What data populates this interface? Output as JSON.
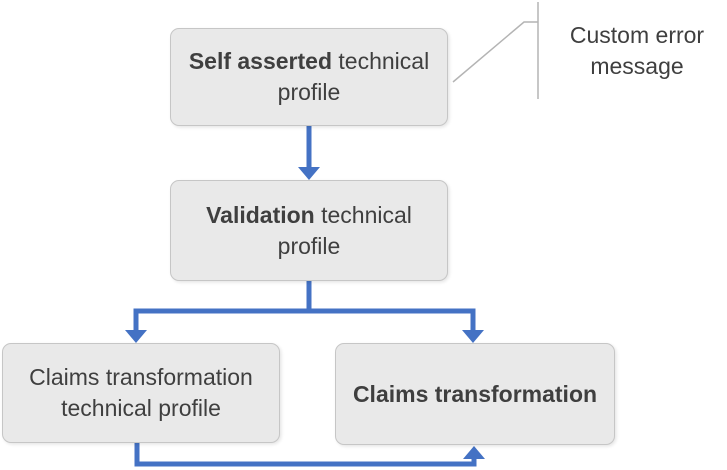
{
  "diagram": {
    "nodes": [
      {
        "id": "self-asserted-technical-profile",
        "bold": "Self asserted",
        "rest": " technical",
        "line2": "profile"
      },
      {
        "id": "validation-technical-profile",
        "bold": "Validation",
        "rest": " technical",
        "line2": "profile"
      },
      {
        "id": "claims-transformation-technical-profile",
        "rest": "Claims transformation",
        "line2": "technical profile"
      },
      {
        "id": "claims-transformation",
        "bold": "Claims transformation"
      }
    ],
    "edges": [
      {
        "from": "self-asserted-technical-profile",
        "to": "validation-technical-profile",
        "style": "arrow-down"
      },
      {
        "from": "validation-technical-profile",
        "to": "claims-transformation-technical-profile",
        "style": "branch-arrow-down"
      },
      {
        "from": "validation-technical-profile",
        "to": "claims-transformation",
        "style": "branch-arrow-down"
      },
      {
        "from": "claims-transformation-technical-profile",
        "to": "claims-transformation",
        "style": "bottom-loop-arrow-up"
      }
    ],
    "callout": {
      "text": "Custom error message",
      "attached_to": "self-asserted-technical-profile"
    }
  },
  "colors": {
    "arrow-color": "#4472C4",
    "box-fill": "#e9e9e9",
    "box-border": "#c6c6c6",
    "text-color": "#3f3f3f",
    "callout-line": "#b4b4b4"
  }
}
